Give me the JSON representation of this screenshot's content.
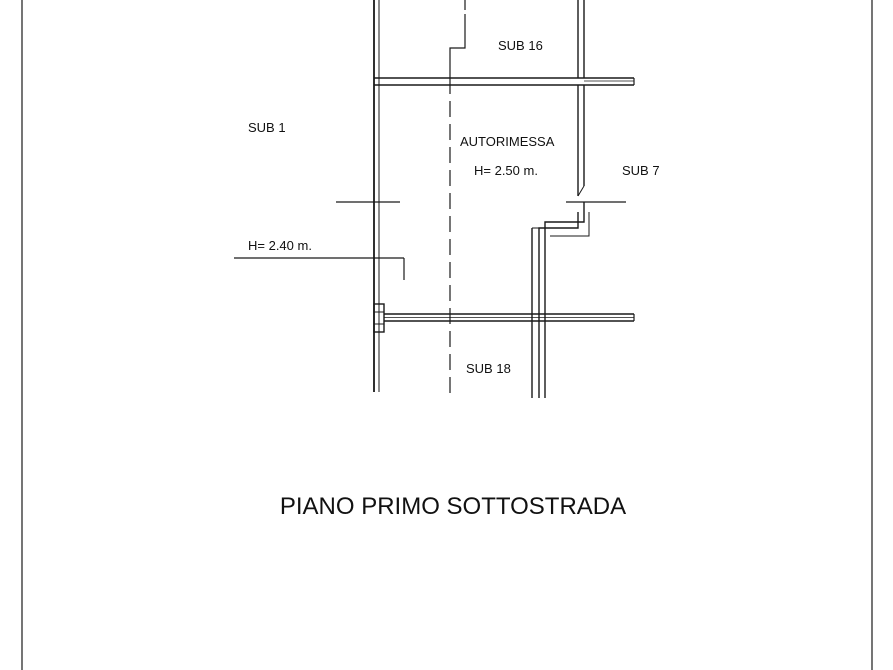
{
  "plan": {
    "title": "PIANO PRIMO SOTTOSTRADA",
    "rooms": {
      "sub16": "SUB 16",
      "sub1": "SUB 1",
      "autorimessa": "AUTORIMESSA",
      "autorimessa_height": "H= 2.50 m.",
      "sub7": "SUB 7",
      "sub1_height": "H= 2.40 m.",
      "sub18": "SUB 18"
    }
  },
  "colors": {
    "line": "#1a1a1a",
    "background": "#ffffff"
  }
}
